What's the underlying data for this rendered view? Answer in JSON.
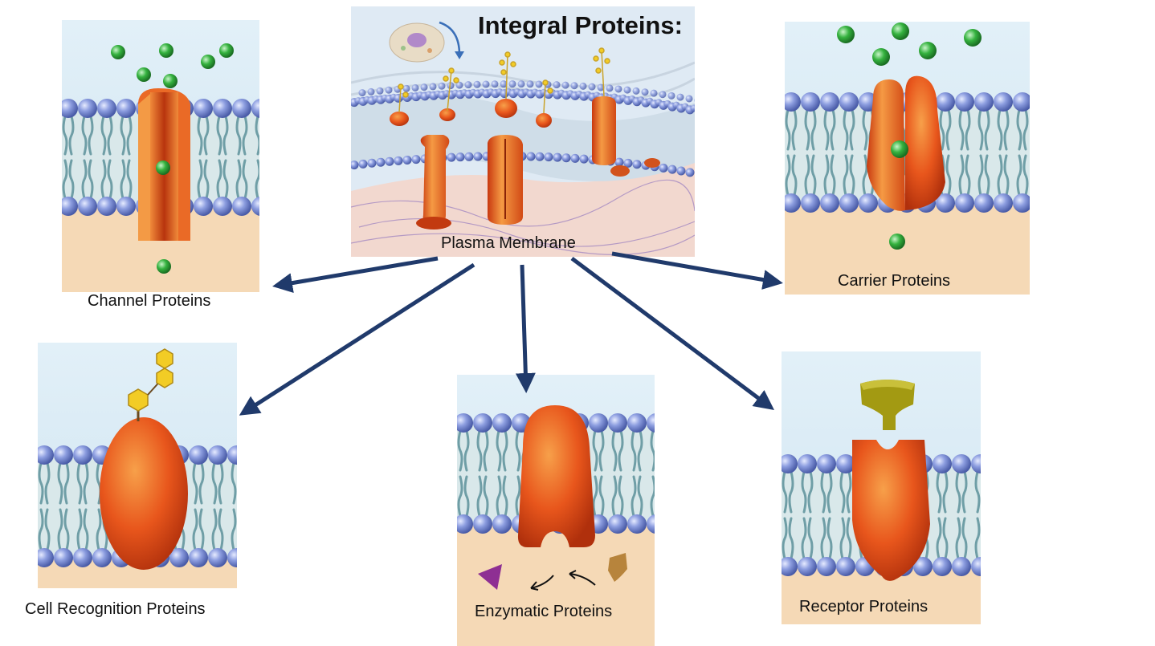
{
  "title": "Integral Proteins:",
  "center_label": "Plasma Membrane",
  "panels": {
    "channel": "Channel Proteins",
    "carrier": "Carrier Proteins",
    "recognition": "Cell Recognition Proteins",
    "enzymatic": "Enzymatic Proteins",
    "receptor": "Receptor Proteins"
  },
  "colors": {
    "sky": "#dcecf6",
    "cytoplasm": "#f5d9b6",
    "lipid_head": "#7d8fd6",
    "lipid_tail": "#6f9ea6",
    "protein": "#e8561c",
    "protein_light": "#f3893b",
    "molecule": "#2fae3a",
    "sugar": "#f2cc25",
    "signal": "#a39a12",
    "substrate_a": "#8e2f93",
    "substrate_b": "#b7843c",
    "arrow": "#203a6b"
  }
}
